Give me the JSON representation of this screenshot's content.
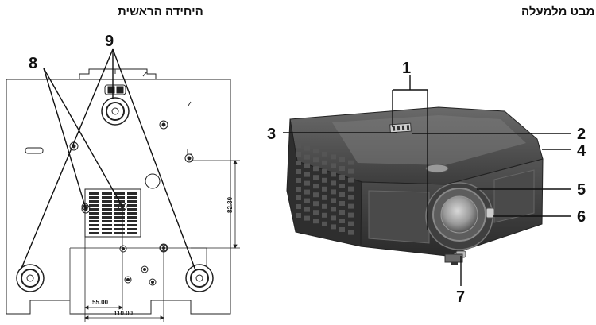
{
  "headings": {
    "bottom_view": "היחידה הראשית",
    "top_view": "מבט מלמעלה"
  },
  "callouts": {
    "n1": "1",
    "n2": "2",
    "n3": "3",
    "n4": "4",
    "n5": "5",
    "n6": "6",
    "n7": "7",
    "n8": "8",
    "n9": "9"
  },
  "dimensions": {
    "d_55": "55.00",
    "d_110": "110.00",
    "d_82": "82.30"
  },
  "colors": {
    "line": "#222222",
    "body_dark": "#3a3a3a",
    "body_mid": "#5a5a5a",
    "body_light": "#8c8c8c",
    "vent": "#1e1e1e"
  }
}
